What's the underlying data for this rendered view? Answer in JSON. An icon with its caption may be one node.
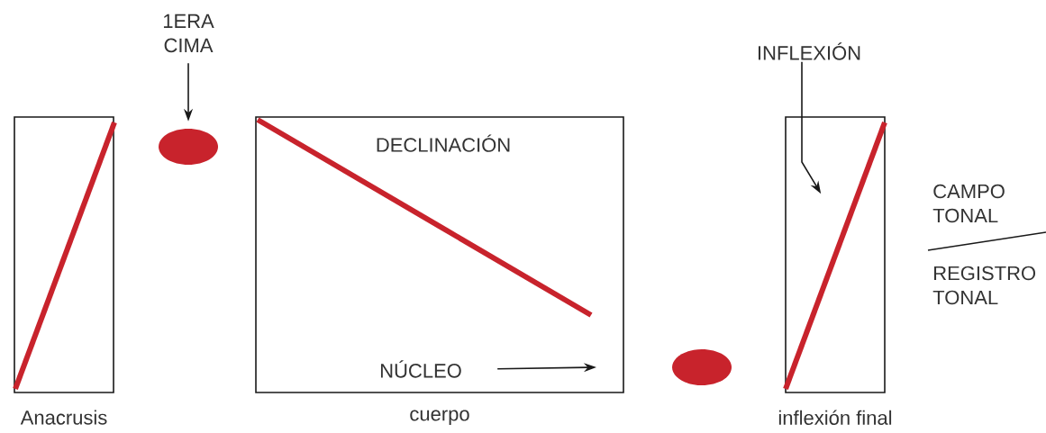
{
  "diagram": {
    "nodes": [
      {
        "text": [
          "Anacrusis"
        ]
      },
      {
        "text": [
          "1ERA CIMA"
        ]
      },
      {
        "text": [],
        "shape": "circle"
      },
      {
        "text": [
          "DECLINACIÓN",
          "cuerpo"
        ]
      },
      {
        "text": [
          "NÚCLEO"
        ],
        "in": 3
      },
      {
        "text": [],
        "shape": "circle"
      },
      {
        "text": [
          "inflexión final"
        ]
      },
      {
        "text": [
          "INFLEXIÓN"
        ]
      }
    ],
    "edges": [
      {
        "from": 1,
        "to": 2,
        "arrow": "to"
      },
      {
        "from": 4,
        "to": null,
        "arrow": "to"
      },
      {
        "from": 7,
        "to": 6,
        "arrow": "to"
      }
    ],
    "labels": [
      "CAMPO TONAL",
      "REGISTRO TONAL"
    ]
  }
}
